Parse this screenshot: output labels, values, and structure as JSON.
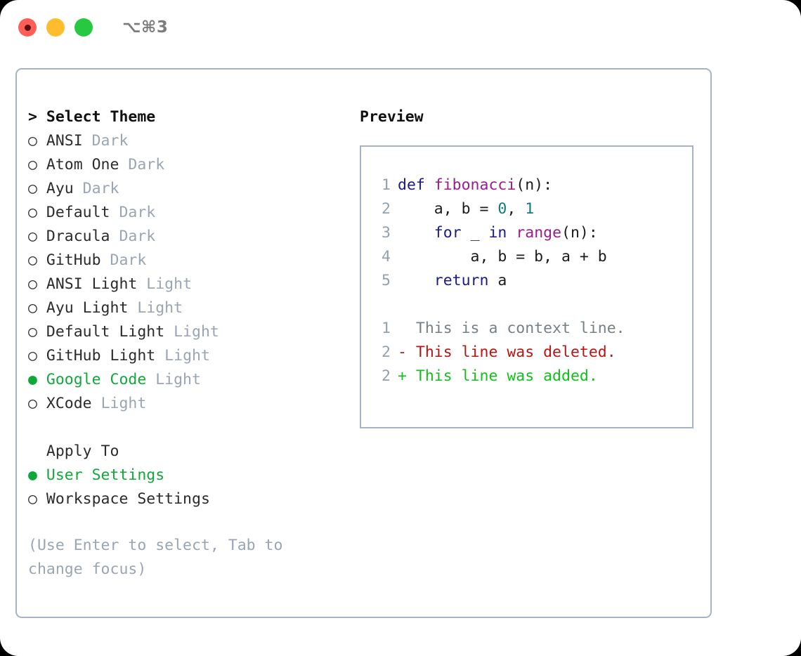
{
  "titlebar": {
    "lights": [
      {
        "name": "close",
        "color": "#ff5f57",
        "has_inner_dot": true
      },
      {
        "name": "minimize",
        "color": "#ffbd2e",
        "has_inner_dot": false
      },
      {
        "name": "maximize",
        "color": "#28c840",
        "has_inner_dot": false
      }
    ],
    "shortcut": "⌥⌘3"
  },
  "theme_picker": {
    "header_prefix": "> ",
    "header": "Select Theme",
    "unselected_marker": "○ ",
    "selected_marker": "● ",
    "items": [
      {
        "name": "ANSI",
        "tag": "Dark",
        "selected": false
      },
      {
        "name": "Atom One",
        "tag": "Dark",
        "selected": false
      },
      {
        "name": "Ayu",
        "tag": "Dark",
        "selected": false
      },
      {
        "name": "Default",
        "tag": "Dark",
        "selected": false
      },
      {
        "name": "Dracula",
        "tag": "Dark",
        "selected": false
      },
      {
        "name": "GitHub",
        "tag": "Dark",
        "selected": false
      },
      {
        "name": "ANSI Light",
        "tag": "Light",
        "selected": false
      },
      {
        "name": "Ayu Light",
        "tag": "Light",
        "selected": false
      },
      {
        "name": "Default Light",
        "tag": "Light",
        "selected": false
      },
      {
        "name": "GitHub Light",
        "tag": "Light",
        "selected": false
      },
      {
        "name": "Google Code",
        "tag": "Light",
        "selected": true
      },
      {
        "name": "XCode",
        "tag": "Light",
        "selected": false
      }
    ]
  },
  "apply_to": {
    "header": "  Apply To",
    "items": [
      {
        "name": "User Settings",
        "selected": true
      },
      {
        "name": "Workspace Settings",
        "selected": false
      }
    ]
  },
  "hint": "(Use Enter to select, Tab to change focus)",
  "preview": {
    "header": "Preview",
    "code_lines": [
      {
        "lineno": "1",
        "tokens": [
          {
            "text": "def ",
            "type": "kw"
          },
          {
            "text": "fibonacci",
            "type": "fn"
          },
          {
            "text": "(n):",
            "type": "pl"
          }
        ]
      },
      {
        "lineno": "2",
        "tokens": [
          {
            "text": "    a, b = ",
            "type": "pl"
          },
          {
            "text": "0",
            "type": "num"
          },
          {
            "text": ", ",
            "type": "pl"
          },
          {
            "text": "1",
            "type": "num"
          }
        ]
      },
      {
        "lineno": "3",
        "tokens": [
          {
            "text": "    ",
            "type": "pl"
          },
          {
            "text": "for",
            "type": "kw"
          },
          {
            "text": " _ ",
            "type": "pl"
          },
          {
            "text": "in",
            "type": "kw"
          },
          {
            "text": " ",
            "type": "pl"
          },
          {
            "text": "range",
            "type": "fn"
          },
          {
            "text": "(n):",
            "type": "pl"
          }
        ]
      },
      {
        "lineno": "4",
        "tokens": [
          {
            "text": "        a, b = b, a + b",
            "type": "pl"
          }
        ]
      },
      {
        "lineno": "5",
        "tokens": [
          {
            "text": "    ",
            "type": "pl"
          },
          {
            "text": "return",
            "type": "kw"
          },
          {
            "text": " a",
            "type": "pl"
          }
        ]
      }
    ],
    "diff_lines": [
      {
        "lineno": "1",
        "sign": "  ",
        "text": "This is a context line.",
        "kind": "context"
      },
      {
        "lineno": "2",
        "sign": "- ",
        "text": "This line was deleted.",
        "kind": "del"
      },
      {
        "lineno": "2",
        "sign": "+ ",
        "text": "This line was added.",
        "kind": "add"
      }
    ]
  },
  "colors": {
    "accent_green": "#11a83a",
    "border": "#a8b2c0",
    "muted": "#9aa5b4",
    "keyword": "#1a1a8c",
    "function": "#9b1c8e",
    "number": "#0e7c7b",
    "diff_add": "#0ec21a",
    "diff_del": "#b81414",
    "diff_context": "#777f87"
  }
}
